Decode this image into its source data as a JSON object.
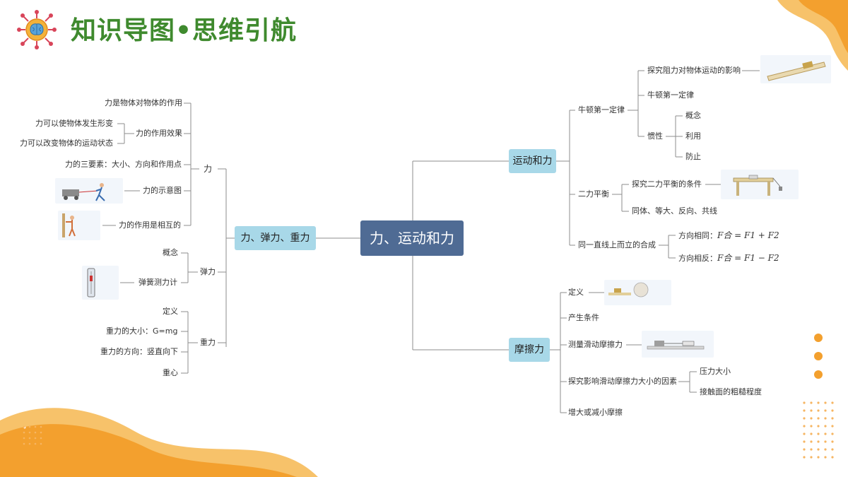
{
  "header": {
    "title": "知识导图•思维引航"
  },
  "colors": {
    "title_green": "#3f8a2e",
    "center_node": "#4f6b94",
    "branch_node": "#a8d8e8",
    "line": "#8d8d8d",
    "accent_orange": "#f5a93b"
  },
  "center": {
    "label": "力、运动和力"
  },
  "left": {
    "main": "力、弹力、重力",
    "force": {
      "label": "力",
      "items": {
        "def": "力是物体对物体的作用",
        "effect": "力的作用效果",
        "effect_a": "力可以使物体发生形变",
        "effect_b": "力可以改变物体的运动状态",
        "elements": "力的三要素：大小、方向和作用点",
        "diagram": "力的示意图",
        "mutual": "力的作用是相互的"
      }
    },
    "elastic": {
      "label": "弹力",
      "concept": "概念",
      "meter": "弹簧测力计"
    },
    "gravity": {
      "label": "重力",
      "def": "定义",
      "size": "重力的大小：G=mg",
      "dir": "重力的方向：竖直向下",
      "center": "重心"
    }
  },
  "right": {
    "motion": {
      "label": "运动和力",
      "newton": {
        "label": "牛顿第一定律",
        "explore": "探究阻力对物体运动的影响",
        "law": "牛顿第一定律",
        "inertia": {
          "label": "惯性",
          "concept": "概念",
          "use": "利用",
          "prevent": "防止"
        }
      },
      "balance": {
        "label": "二力平衡",
        "explore": "探究二力平衡的条件",
        "cond": "同体、等大、反向、共线"
      },
      "compose": {
        "label": "同一直线上而立的合成",
        "same": "方向相同：",
        "same_f": "F合 = F1 + F2",
        "opp": "方向相反：",
        "opp_f": "F合 = F1 − F2"
      }
    },
    "friction": {
      "label": "摩擦力",
      "def": "定义",
      "cond": "产生条件",
      "measure": "测量滑动摩擦力",
      "explore": "探究影响滑动摩擦力大小的因素",
      "pressure": "压力大小",
      "rough": "接触面的粗糙程度",
      "change": "增大或减小摩擦"
    }
  }
}
